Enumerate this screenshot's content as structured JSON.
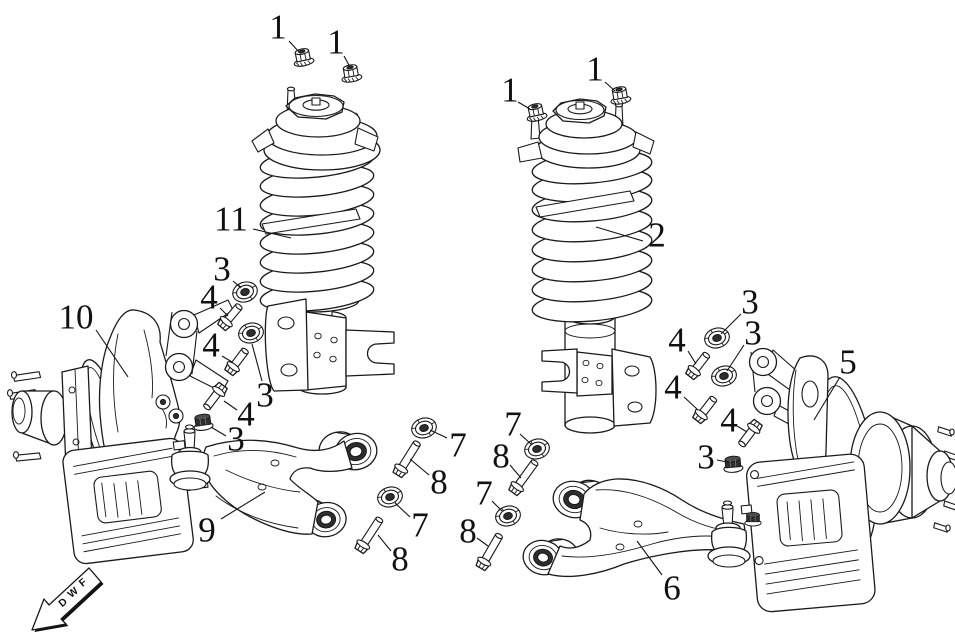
{
  "colors": {
    "line": "#1a1a1a",
    "background": "#ffffff",
    "dark_fill": "#2e2e2e"
  },
  "fwd": [
    "F",
    "W",
    "D"
  ],
  "callouts": [
    {
      "label": "1"
    },
    {
      "label": "1"
    },
    {
      "label": "1"
    },
    {
      "label": "1"
    },
    {
      "label": "11"
    },
    {
      "label": "2"
    },
    {
      "label": "10"
    },
    {
      "label": "5"
    },
    {
      "label": "9"
    },
    {
      "label": "6"
    },
    {
      "label": "3"
    },
    {
      "label": "4"
    },
    {
      "label": "3"
    },
    {
      "label": "4"
    },
    {
      "label": "4"
    },
    {
      "label": "3"
    },
    {
      "label": "3"
    },
    {
      "label": "4"
    },
    {
      "label": "3"
    },
    {
      "label": "4"
    },
    {
      "label": "4"
    },
    {
      "label": "3"
    },
    {
      "label": "7"
    },
    {
      "label": "8"
    },
    {
      "label": "7"
    },
    {
      "label": "8"
    },
    {
      "label": "7"
    },
    {
      "label": "8"
    },
    {
      "label": "7"
    },
    {
      "label": "8"
    }
  ]
}
